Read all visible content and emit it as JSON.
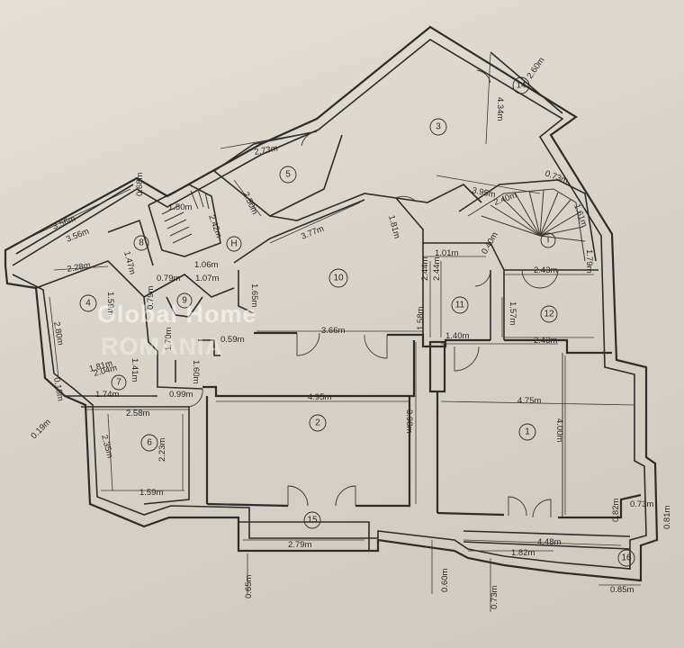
{
  "plan": {
    "rooms": [
      {
        "id": "1",
        "label": "1"
      },
      {
        "id": "2",
        "label": "2"
      },
      {
        "id": "3",
        "label": "3"
      },
      {
        "id": "4",
        "label": "4"
      },
      {
        "id": "5",
        "label": "5"
      },
      {
        "id": "6",
        "label": "6"
      },
      {
        "id": "7",
        "label": "7"
      },
      {
        "id": "8",
        "label": "8"
      },
      {
        "id": "9",
        "label": "9"
      },
      {
        "id": "10",
        "label": "10"
      },
      {
        "id": "11",
        "label": "11"
      },
      {
        "id": "12",
        "label": "12"
      },
      {
        "id": "14",
        "label": "14"
      },
      {
        "id": "15",
        "label": "15"
      },
      {
        "id": "16",
        "label": "16"
      },
      {
        "id": "H",
        "label": "H"
      },
      {
        "id": "I",
        "label": "I"
      }
    ],
    "dimensions": [
      "2.73m",
      "2.50m",
      "3.77m",
      "1.81m",
      "3.95m",
      "4.34m",
      "2.60m",
      "0.73m",
      "2.40m",
      "1.61m",
      "1.79m",
      "1.01m",
      "2.43m",
      "0.40m",
      "2.44m",
      "2.44m",
      "1.57m",
      "1.58m",
      "1.40m",
      "2.43m",
      "3.66m",
      "4.95m",
      "4.75m",
      "3.98m",
      "4.00m",
      "2.58m",
      "2.35m",
      "2.23m",
      "1.59m",
      "2.79m",
      "4.48m",
      "1.82m",
      "0.85m",
      "0.82m",
      "0.81m",
      "0.73m",
      "0.60m",
      "0.65m",
      "0.73m",
      "3.56m",
      "3.56m",
      "0.68m",
      "1.50m",
      "2.42m",
      "1.06m",
      "1.07m",
      "0.79m",
      "1.47m",
      "2.28m",
      "2.80m",
      "1.81m",
      "1.74m",
      "0.99m",
      "1.41m",
      "0.18m",
      "0.19m",
      "1.65m",
      "0.59m",
      "2.04m",
      "1.70m",
      "1.60m",
      "0.79m",
      "1.59m"
    ]
  },
  "watermark": {
    "line1": "Global Home",
    "line2": "ROMANIA"
  }
}
